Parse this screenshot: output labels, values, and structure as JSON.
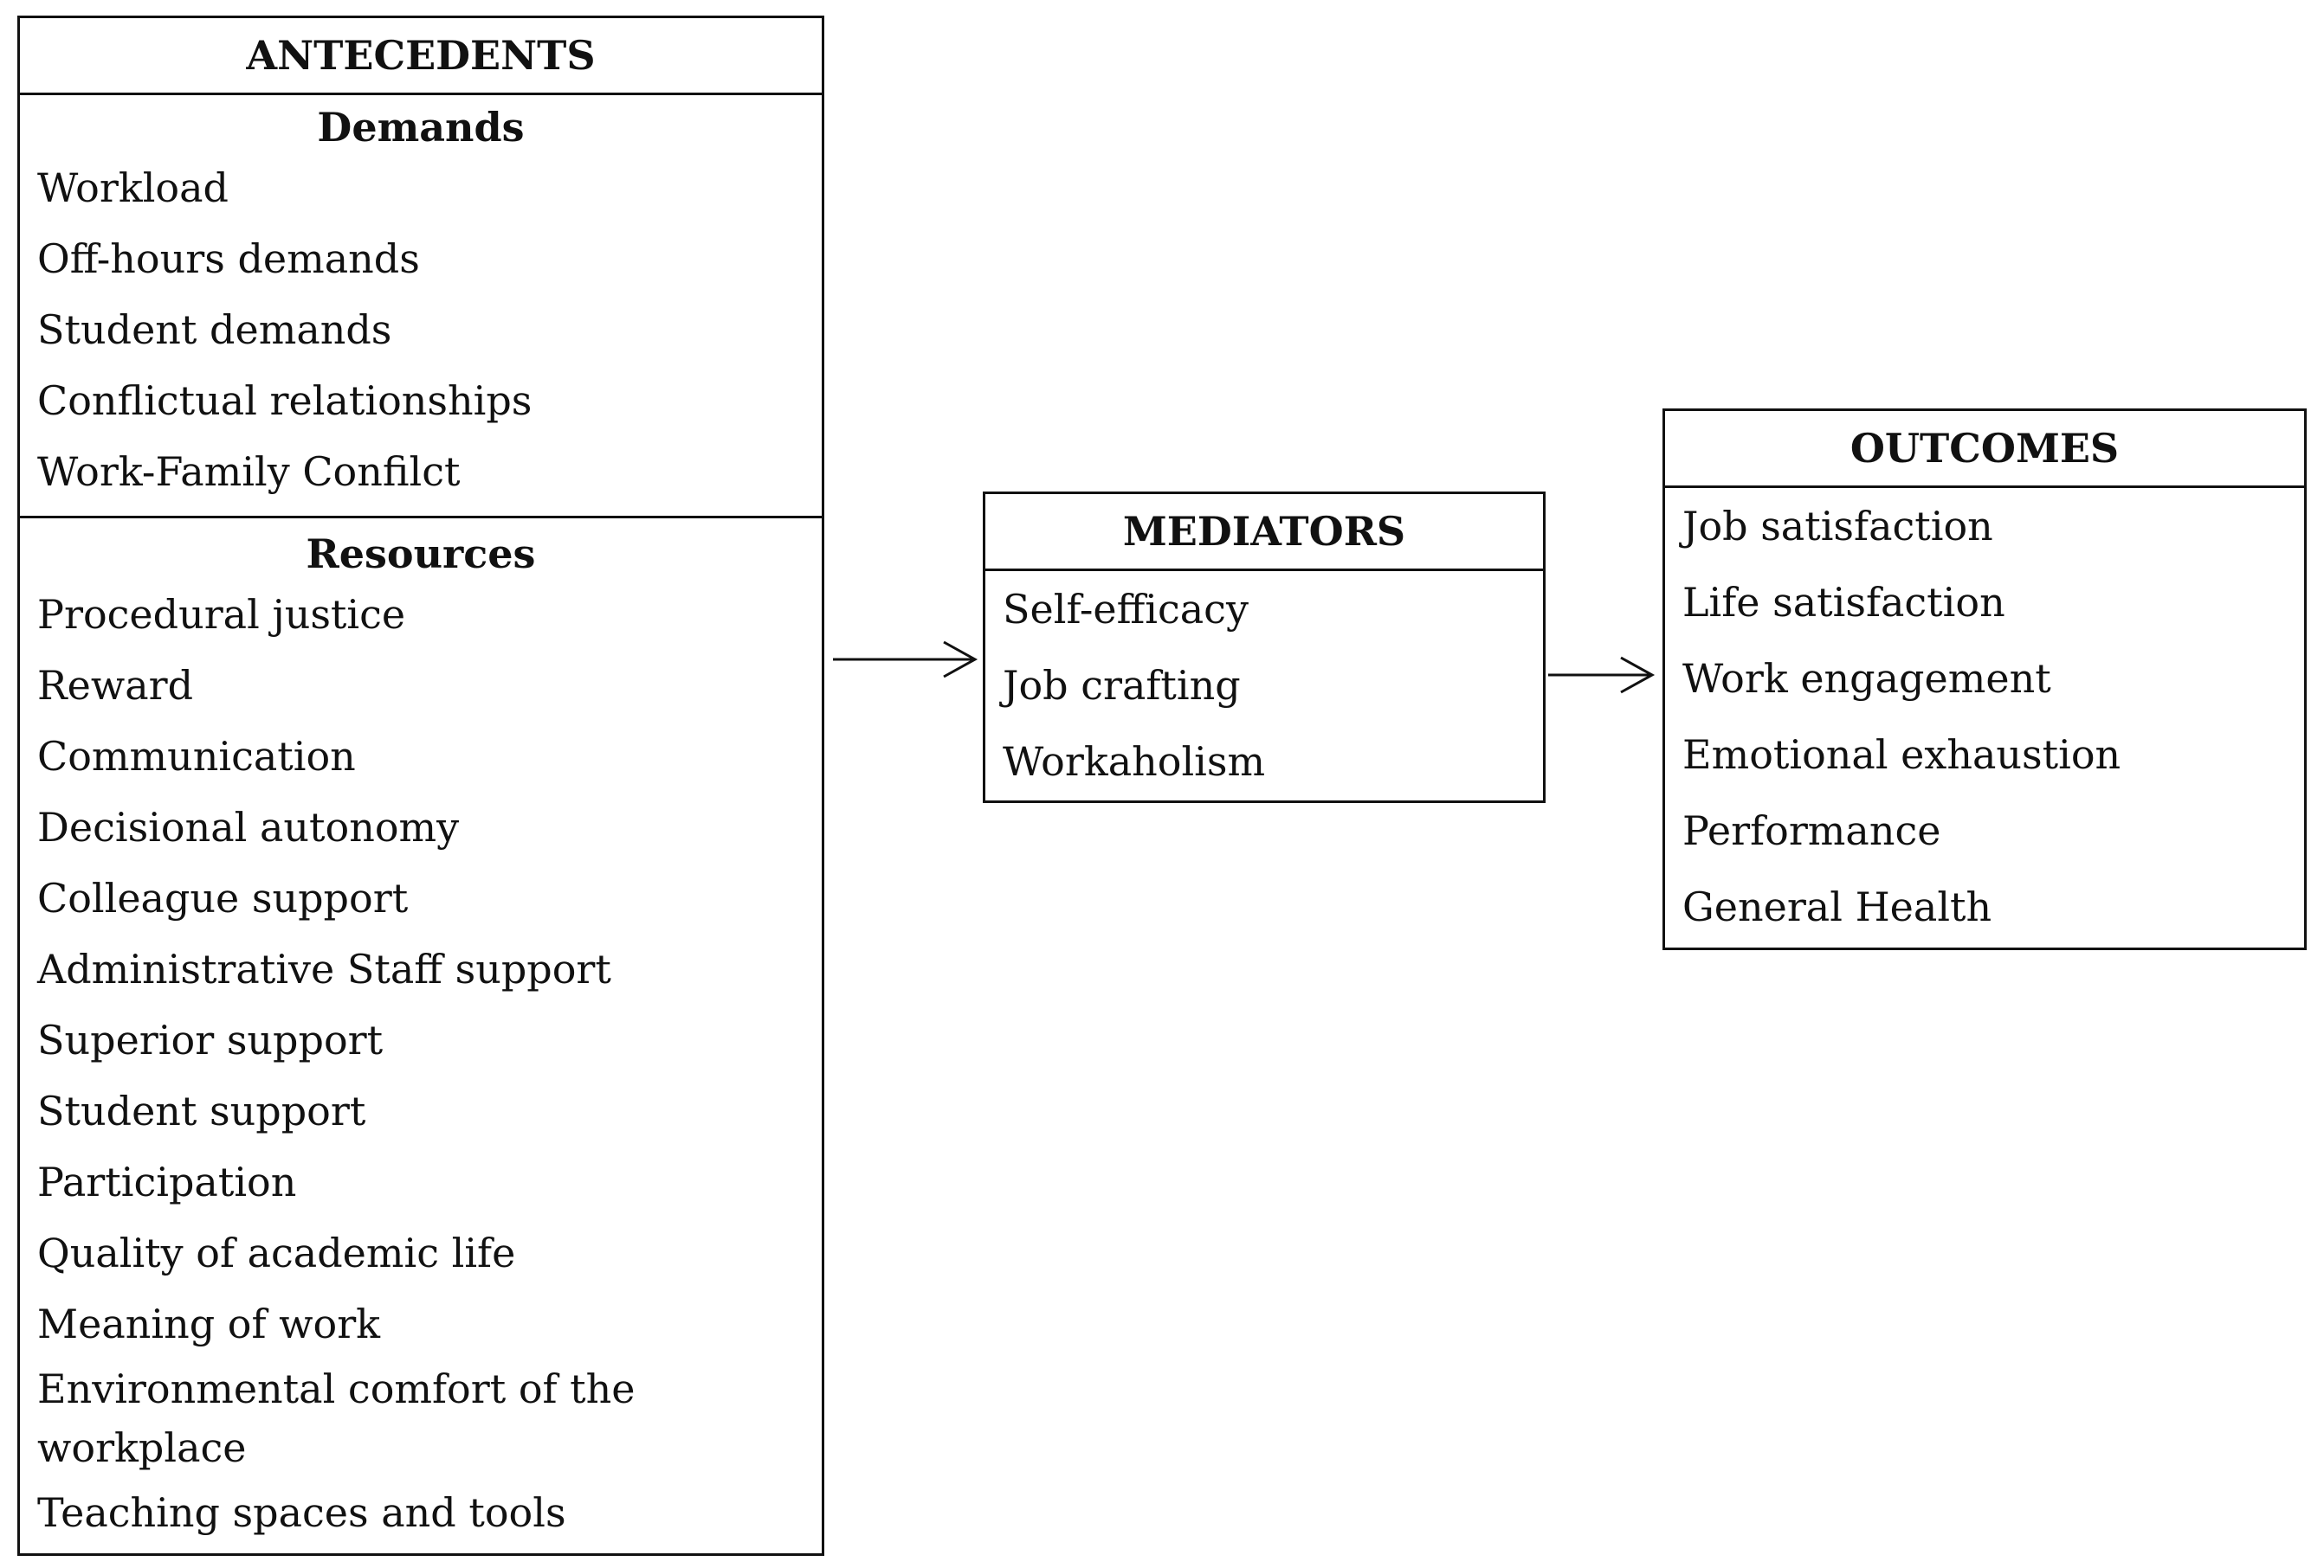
{
  "antecedents": {
    "title": "ANTECEDENTS",
    "demands": {
      "title": "Demands",
      "items": [
        "Workload",
        "Off-hours demands",
        "Student demands",
        "Conflictual relationships",
        "Work-Family Confilct"
      ]
    },
    "resources": {
      "title": "Resources",
      "items": [
        "Procedural justice",
        "Reward",
        "Communication",
        "Decisional autonomy",
        "Colleague support",
        "Administrative Staff support",
        "Superior support",
        "Student support",
        "Participation",
        "Quality of academic life",
        "Meaning of work",
        "Environmental comfort of the workplace",
        "Teaching spaces and tools"
      ]
    }
  },
  "mediators": {
    "title": "MEDIATORS",
    "items": [
      "Self-efficacy",
      "Job crafting",
      "Workaholism"
    ]
  },
  "outcomes": {
    "title": "OUTCOMES",
    "items": [
      "Job satisfaction",
      "Life satisfaction",
      "Work engagement",
      "Emotional exhaustion",
      "Performance",
      "General Health"
    ]
  },
  "arrows": [
    "antecedents-to-mediators",
    "mediators-to-outcomes"
  ]
}
